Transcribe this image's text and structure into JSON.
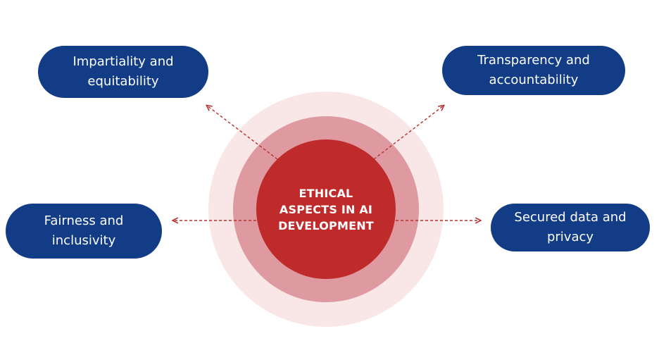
{
  "center": {
    "line1": "ETHICAL",
    "line2": "ASPECTS IN AI",
    "line3": "DEVELOPMENT"
  },
  "aspects": {
    "top_left": {
      "line1": "Impartiality and",
      "line2": "equitability"
    },
    "top_right": {
      "line1": "Transparency and",
      "line2": "accountability"
    },
    "middle_left": {
      "line1": "Fairness and",
      "line2": "inclusivity"
    },
    "middle_right": {
      "line1": "Secured data and",
      "line2": "privacy"
    }
  },
  "colors": {
    "pill": "#123c86",
    "core": "#bf2a2b",
    "ring_middle": "#de9aa0",
    "ring_outer": "#f9e7e7",
    "connector": "#b8312f"
  }
}
